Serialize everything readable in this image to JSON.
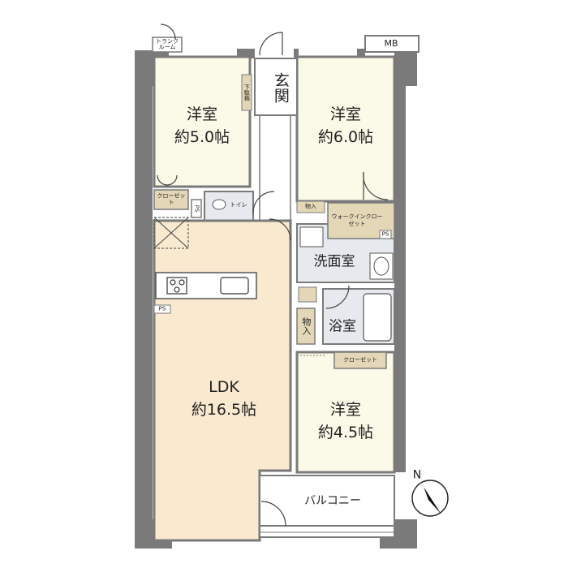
{
  "rooms": {
    "western_room_1": {
      "name": "洋室",
      "size": "約5.0帖"
    },
    "western_room_2": {
      "name": "洋室",
      "size": "約6.0帖"
    },
    "western_room_3": {
      "name": "洋室",
      "size": "約4.5帖"
    },
    "ldk": {
      "name": "LDK",
      "size": "約16.5帖"
    }
  },
  "labels": {
    "entrance": "玄関",
    "shoe_cabinet": "下駄箱",
    "trunk_room": "トランクルーム",
    "mb": "MB",
    "closet": "クローゼット",
    "closet_small": "クローゼット",
    "ps": "PS",
    "toilet": "トイレ",
    "storage": "物入",
    "walk_in_closet": "ウォークインクローゼット",
    "washroom": "洗面室",
    "bathroom": "浴室",
    "balcony": "バルコニー",
    "north": "N"
  },
  "colors": {
    "room_fill": "#fbf9e8",
    "ldk_fill": "#f8e9cf",
    "wet_fill": "#e6eaee",
    "closet_fill": "#e4d7b7",
    "wall": "#7a7a7a"
  }
}
